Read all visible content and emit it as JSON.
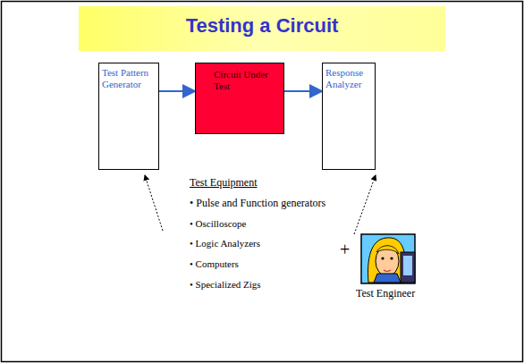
{
  "diagram": {
    "title": "Testing a Circuit",
    "nodes": [
      {
        "text": [
          "Test Pattern Generator"
        ]
      },
      {
        "text": [
          "Circuit Under Test"
        ]
      },
      {
        "text": [
          "Response Analyzer"
        ]
      }
    ],
    "edges": [
      {
        "from": 0,
        "to": 1,
        "arrow": "to"
      },
      {
        "from": 1,
        "to": 2,
        "arrow": "to"
      }
    ],
    "labels": [
      "Test Equipment",
      "• Pulse and Function generators",
      "• Oscilloscope",
      "• Logic Analyzers",
      "• Computers",
      "• Specialized Zigs",
      "+",
      "Test Engineer"
    ]
  }
}
